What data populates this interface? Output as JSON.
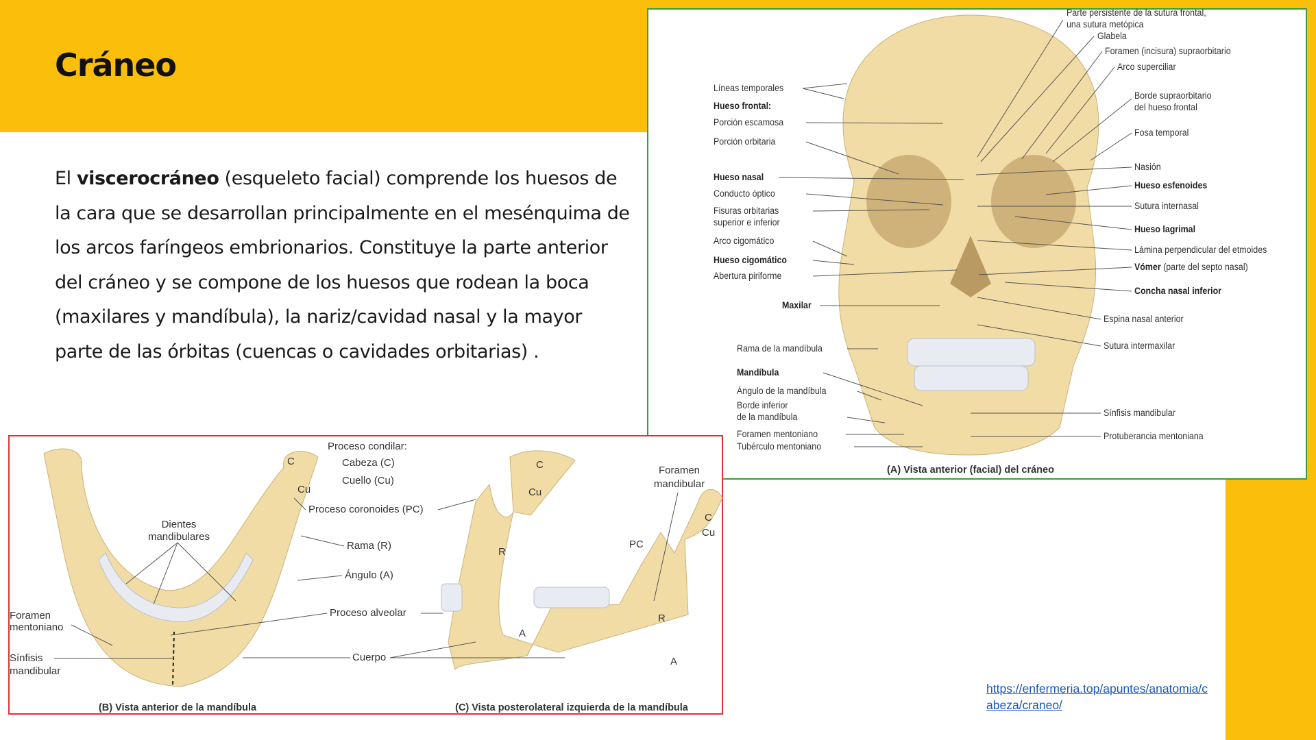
{
  "slide": {
    "title": "Cráneo",
    "paragraph": {
      "pre": "El ",
      "bold": "viscerocráneo",
      "post": " (esqueleto facial) comprende los huesos de la cara que se desarrollan principalmente en el mesénquima de los arcos faríngeos embrionarios. Constituye la parte anterior del cráneo y se compone de los huesos que rodean la boca (maxilares y mandíbula), la nariz/cavidad nasal y la mayor parte de las órbitas (cuencas o cavidades orbitarias) ."
    },
    "link": "https://enfermeria.top/apuntes/anatomia/cabeza/craneo/",
    "colors": {
      "accent": "#fbbf0b",
      "skull_border": "#3c9a3c",
      "mandible_border": "#e0303a",
      "bone": "#f1dca6",
      "teeth": "#e8ecf2"
    }
  },
  "skull_figure": {
    "caption": "(A) Vista anterior (facial) del cráneo",
    "left_labels": [
      "Líneas temporales",
      "Hueso frontal:",
      "Porción escamosa",
      "Porción orbitaria",
      "Hueso nasal",
      "Conducto óptico",
      "Fisuras orbitarias",
      "superior e inferior",
      "Arco cigomático",
      "Hueso cigomático",
      "Abertura piriforme",
      "Maxilar",
      "Rama de la mandíbula",
      "Mandíbula",
      "Ángulo de la mandíbula",
      "Borde inferior",
      "de la mandíbula",
      "Foramen mentoniano",
      "Tubérculo mentoniano"
    ],
    "right_labels": [
      "Parte persistente de la sutura frontal,",
      "una sutura metópica",
      "Glabela",
      "Foramen (incisura) supraorbitario",
      "Arco superciliar",
      "Borde supraorbitario",
      "del hueso frontal",
      "Fosa temporal",
      "Nasión",
      "Hueso esfenoides",
      "Sutura internasal",
      "Hueso lagrimal",
      "Lámina perpendicular del etmoides",
      "Vómer",
      "(parte del septo nasal)",
      "Concha nasal inferior",
      "Espina nasal anterior",
      "Sutura intermaxilar",
      "Sínfisis mandibular",
      "Protuberancia mentoniana"
    ]
  },
  "mandible_figure": {
    "caption_b": "(B) Vista anterior de la mandíbula",
    "caption_c": "(C) Vista posterolateral izquierda de la mandíbula",
    "labels": [
      "Proceso condilar:",
      "Cabeza (C)",
      "Cuello (Cu)",
      "Proceso coronoides (PC)",
      "Dientes",
      "mandibulares",
      "Rama (R)",
      "Ángulo (A)",
      "Proceso alveolar",
      "Cuerpo",
      "Foramen",
      "mentoniano",
      "Sínfisis",
      "mandibular",
      "Foramen",
      "mandibular"
    ],
    "letters": [
      "C",
      "Cu",
      "C",
      "Cu",
      "R",
      "A",
      "C",
      "Cu",
      "PC",
      "R",
      "A"
    ]
  }
}
